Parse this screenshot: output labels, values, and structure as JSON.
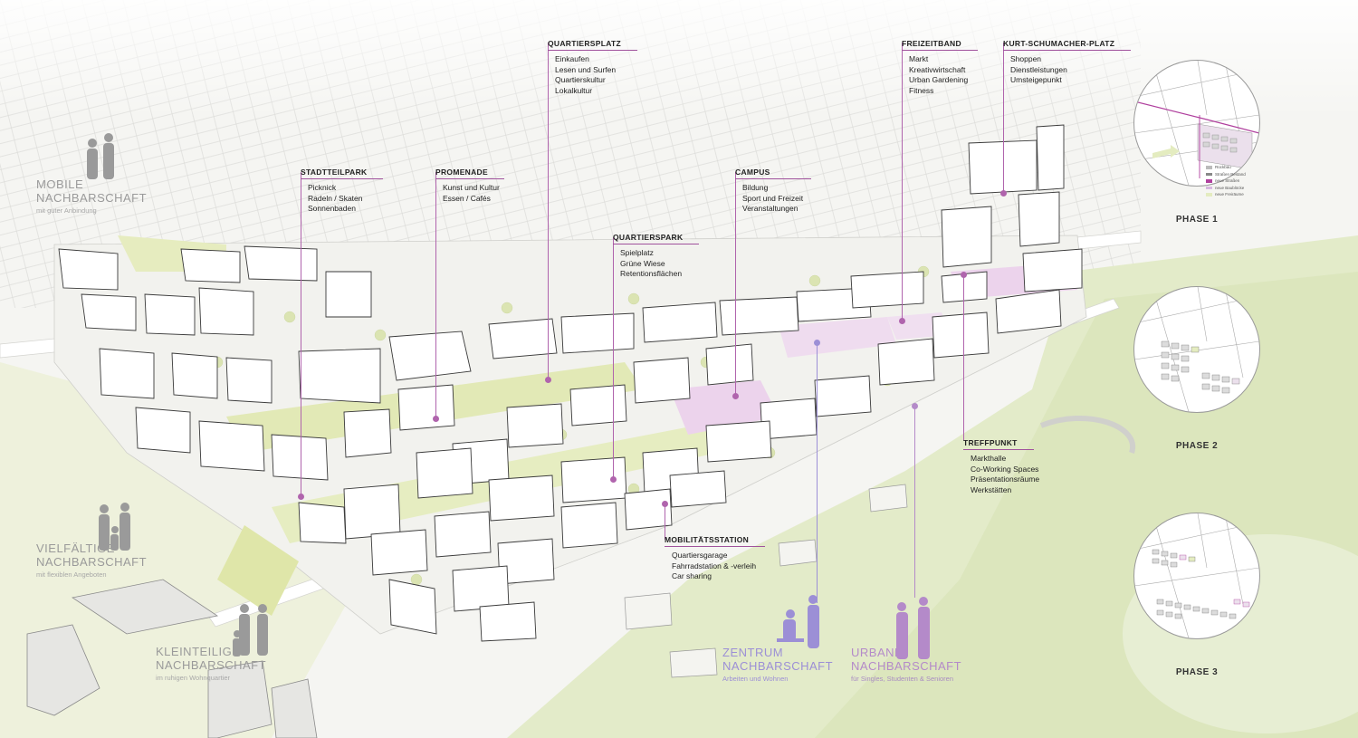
{
  "annotations": {
    "quartiersplatz": {
      "title": "QUARTIERSPLATZ",
      "items": [
        "Einkaufen",
        "Lesen und Surfen",
        "Quartierskultur",
        "Lokalkultur"
      ]
    },
    "freizeitband": {
      "title": "FREIZEITBAND",
      "items": [
        "Markt",
        "Kreativwirtschaft",
        "Urban Gardening",
        "Fitness"
      ]
    },
    "kurt_schumacher": {
      "title": "KURT-SCHUMACHER-PLATZ",
      "items": [
        "Shoppen",
        "Dienstleistungen",
        "Umsteigepunkt"
      ]
    },
    "stadtteilpark": {
      "title": "STADTTEILPARK",
      "items": [
        "Picknick",
        "Radeln / Skaten",
        "Sonnenbaden"
      ]
    },
    "promenade": {
      "title": "PROMENADE",
      "items": [
        "Kunst und Kultur",
        "Essen / Cafés"
      ]
    },
    "campus": {
      "title": "CAMPUS",
      "items": [
        "Bildung",
        "Sport und Freizeit",
        "Veranstaltungen"
      ]
    },
    "quartierspark": {
      "title": "QUARTIERSPARK",
      "items": [
        "Spielplatz",
        "Grüne Wiese",
        "Retentionsflächen"
      ]
    },
    "treffpunkt": {
      "title": "TREFFPUNKT",
      "items": [
        "Markthalle",
        "Co-Working Spaces",
        "Präsentationsräume",
        "Werkstätten"
      ]
    },
    "mobilitaetsstation": {
      "title": "MOBILITÄTSSTATION",
      "items": [
        "Quartiersgarage",
        "Fahrradstation & -verleih",
        "Car sharing"
      ]
    }
  },
  "neighbourhoods": {
    "mobile": {
      "line1": "MOBILE",
      "line2": "NACHBARSCHAFT",
      "sub": "mit guter Anbindung"
    },
    "vielfaeltige": {
      "line1": "VIELFÄLTIGE",
      "line2": "NACHBARSCHAFT",
      "sub": "mit flexiblen Angeboten"
    },
    "kleinteilige": {
      "line1": "KLEINTEILIGE",
      "line2": "NACHBARSCHAFT",
      "sub": "im ruhigen Wohnquartier"
    },
    "zentrum": {
      "line1": "ZENTRUM",
      "line2": "NACHBARSCHAFT",
      "sub": "Arbeiten und Wohnen"
    },
    "urbane": {
      "line1": "URBANE",
      "line2": "NACHBARSCHAFT",
      "sub": "für Singles, Studenten & Senioren"
    }
  },
  "phases": [
    {
      "label": "PHASE 1"
    },
    {
      "label": "PHASE 2"
    },
    {
      "label": "PHASE 3"
    }
  ],
  "legend": [
    {
      "label": "Rückbau",
      "color": "#bbbbbb"
    },
    {
      "label": "Straßen Bestand",
      "color": "#888888"
    },
    {
      "label": "neue Straßen",
      "color": "#b0409e"
    },
    {
      "label": "neue Baublöcke",
      "color": "#d7b8df"
    },
    {
      "label": "neue Freiräume",
      "color": "#e4ecc0"
    }
  ],
  "colors": {
    "accent_magenta": "#b064ad",
    "park_green": "#d9e4a3",
    "plaza_pink": "#ecd3ec",
    "zentrum_lilac": "#9c8fd6",
    "urbane_mauve": "#b48ac9",
    "grey_text": "#9a9a9a"
  }
}
